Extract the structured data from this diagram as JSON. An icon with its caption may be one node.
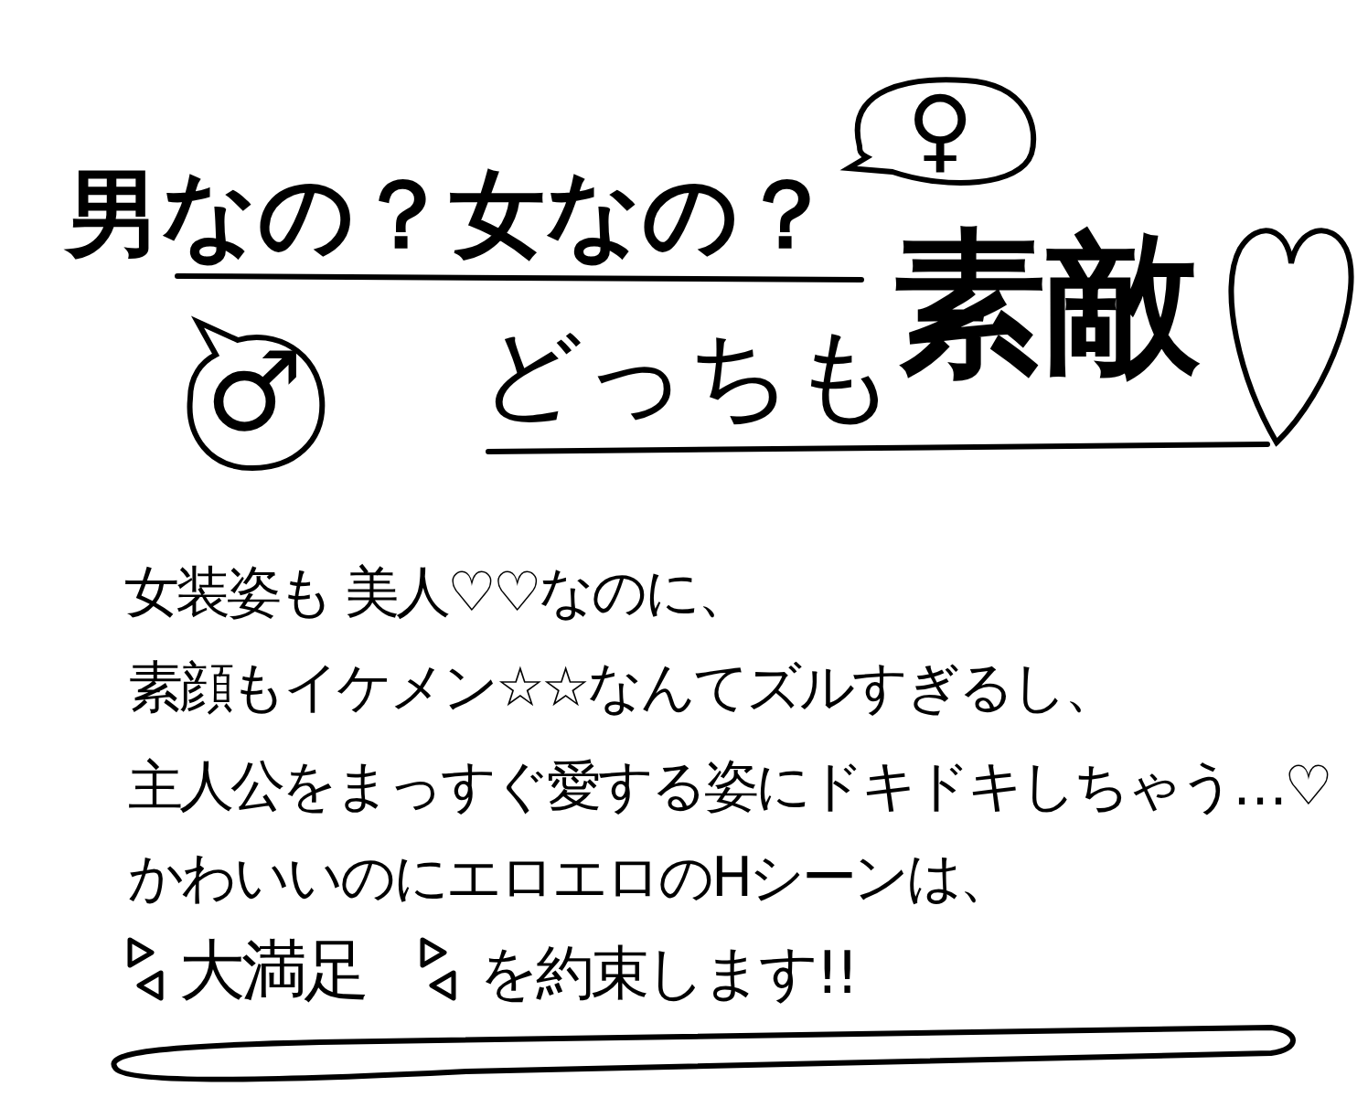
{
  "diagram": {
    "title": "男なの？女なの？",
    "nodes": [
      {
        "text": [
          "♀"
        ]
      },
      {
        "text": [
          "♂"
        ]
      }
    ],
    "edges": [],
    "labels": [
      "どっちも",
      "素敵",
      "女装姿も 美人♡♡なのに、",
      "素顔もイケメン☆☆なんてズルすぎるし、",
      "主人公をまっすぐ愛する姿にドキドキしちゃう…♡",
      "かわいいのにエロエロのHシーンは、",
      "大満足",
      "を約束します!!"
    ]
  }
}
